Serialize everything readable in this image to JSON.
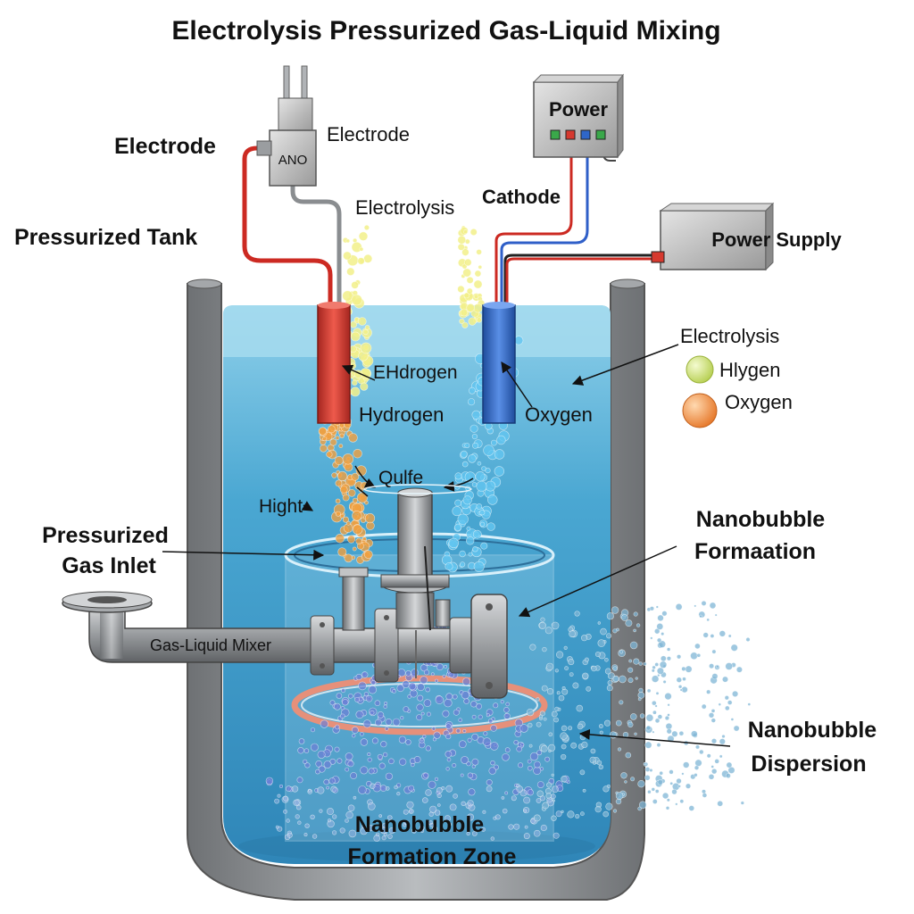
{
  "title": "Electrolysis Pressurized Gas-Liquid Mixing",
  "labels": {
    "electrode_left": "Electrode",
    "electrode_top": "Electrode",
    "ano_box": "ANO",
    "power_box": "Power",
    "power_supply": "Power Supply",
    "pressurized_tank": "Pressurized Tank",
    "electrolysis_top": "Electrolysis",
    "cathode": "Cathode",
    "ehdrogen": "EHdrogen",
    "hydrogen": "Hydrogen",
    "oxygen_in_tank": "Oxygen",
    "qulfe": "Qulfe",
    "hight": "Hight",
    "pressurized_gas_inlet_line1": "Pressurized",
    "pressurized_gas_inlet_line2": "Gas Inlet",
    "gas_liquid_mixer": "Gas-Liquid Mixer",
    "nanobubble_formation_line1": "Nanobubble",
    "nanobubble_formation_line2": "Formaation",
    "nanobubble_dispersion_line1": "Nanobubble",
    "nanobubble_dispersion_line2": "Dispersion",
    "formation_zone_line1": "Nanobubble",
    "formation_zone_line2": "Formation Zone"
  },
  "legend": {
    "heading": "Electrolysis",
    "items": [
      {
        "label": "Hlygen",
        "color": "#c8dc6a"
      },
      {
        "label": "Oxygen",
        "color": "#ee8a3a"
      }
    ]
  },
  "colors": {
    "water": "#3f9cc8",
    "water_light": "#8fd0ea",
    "anode": "#d6392f",
    "cathode": "#2f66c8",
    "tank_steel": "#8c8f92",
    "hydrogen_bubble": "#f2f08a",
    "oxygen_bubble": "#f0a040",
    "cathode_bubble": "#63c6f0",
    "mixed_bubble": "#6d7fd6"
  }
}
